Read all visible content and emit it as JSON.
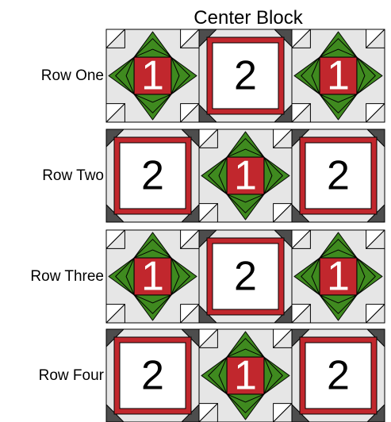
{
  "title": "Center Block",
  "colors": {
    "red": "#c1272d",
    "green": "#3f8a1f",
    "dark_gray": "#4d4d4d",
    "light_gray": "#e6e6e6",
    "white": "#ffffff",
    "outline": "#000000"
  },
  "block_types": {
    "one": {
      "label": "1",
      "name": "star-block"
    },
    "two": {
      "label": "2",
      "name": "frame-block"
    }
  },
  "rows": [
    {
      "label": "Row One",
      "blocks": [
        "one",
        "two",
        "one"
      ]
    },
    {
      "label": "Row Two",
      "blocks": [
        "two",
        "one",
        "two"
      ]
    },
    {
      "label": "Row Three",
      "blocks": [
        "one",
        "two",
        "one"
      ]
    },
    {
      "label": "Row Four",
      "blocks": [
        "two",
        "one",
        "two"
      ]
    }
  ]
}
